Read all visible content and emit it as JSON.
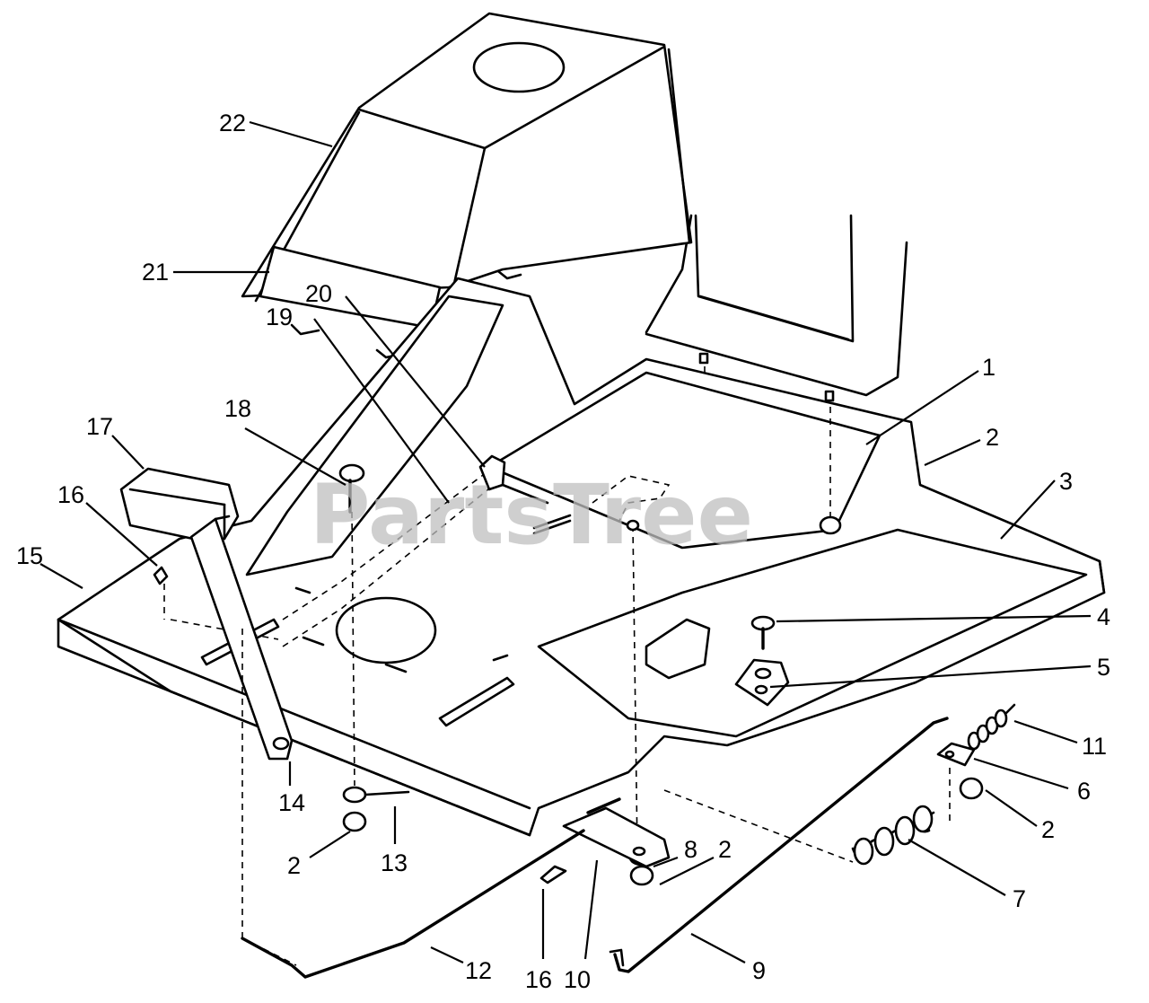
{
  "watermark": "PartsTree",
  "callouts": [
    {
      "id": "c22",
      "label": "22"
    },
    {
      "id": "c21",
      "label": "21"
    },
    {
      "id": "c20",
      "label": "20"
    },
    {
      "id": "c19",
      "label": "19"
    },
    {
      "id": "c18",
      "label": "18"
    },
    {
      "id": "c17",
      "label": "17"
    },
    {
      "id": "c16a",
      "label": "16"
    },
    {
      "id": "c15",
      "label": "15"
    },
    {
      "id": "c1",
      "label": "1"
    },
    {
      "id": "c2a",
      "label": "2"
    },
    {
      "id": "c3",
      "label": "3"
    },
    {
      "id": "c4",
      "label": "4"
    },
    {
      "id": "c5",
      "label": "5"
    },
    {
      "id": "c11",
      "label": "11"
    },
    {
      "id": "c6",
      "label": "6"
    },
    {
      "id": "c2b",
      "label": "2"
    },
    {
      "id": "c7",
      "label": "7"
    },
    {
      "id": "c14",
      "label": "14"
    },
    {
      "id": "c13",
      "label": "13"
    },
    {
      "id": "c2c",
      "label": "2"
    },
    {
      "id": "c8",
      "label": "8"
    },
    {
      "id": "c2d",
      "label": "2"
    },
    {
      "id": "c9",
      "label": "9"
    },
    {
      "id": "c12",
      "label": "12"
    },
    {
      "id": "c16b",
      "label": "16"
    },
    {
      "id": "c10",
      "label": "10"
    }
  ]
}
